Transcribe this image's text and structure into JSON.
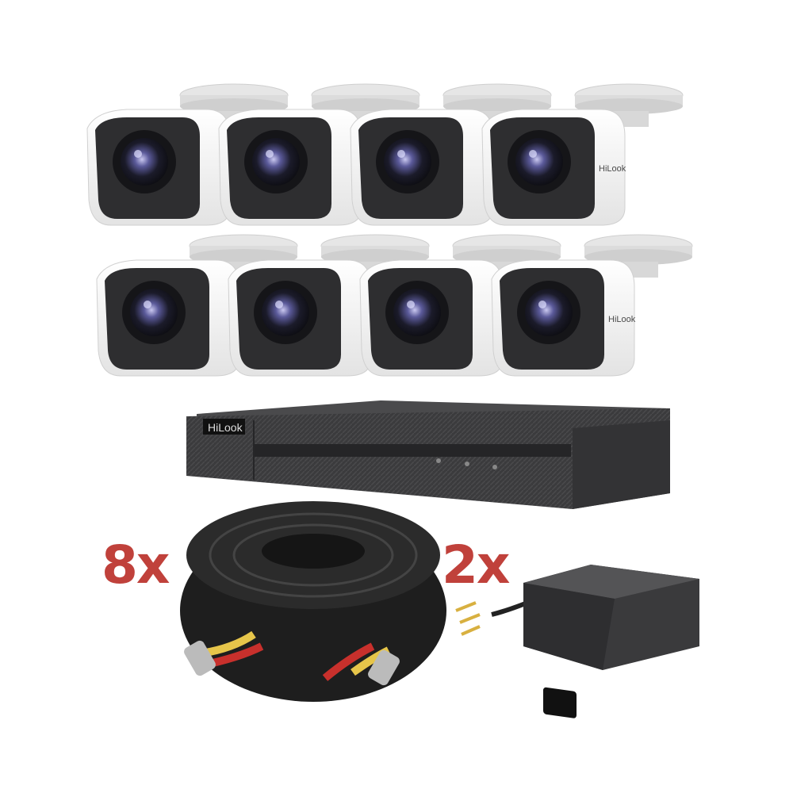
{
  "brand": "HiLook",
  "colors": {
    "quantity_text": "#c0413b",
    "dvr_body": "#3a3a3c",
    "camera_body": "#f2f2f2",
    "camera_face": "#2e2e30",
    "cable": "#1e1e1e"
  },
  "cameras": {
    "count": 8,
    "brand_label": "HiLook"
  },
  "dvr": {
    "logo": "HiLook"
  },
  "cable_quantity": "8x",
  "power_adapter_quantity": "2x"
}
